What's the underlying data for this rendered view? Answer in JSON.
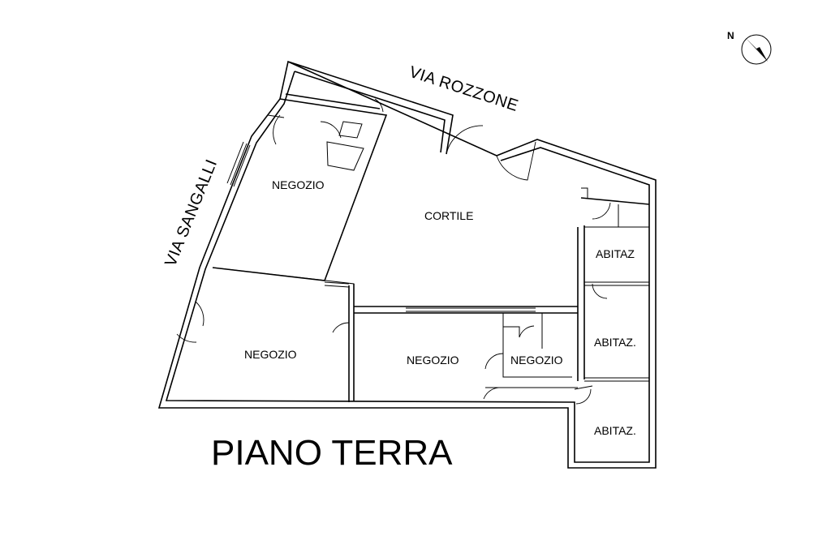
{
  "title": "PIANO TERRA",
  "streets": {
    "top": "VIA ROZZONE",
    "left": "VIA SANGALLI"
  },
  "compass": {
    "label": "N",
    "icon": "north-arrow-icon"
  },
  "rooms": {
    "negozio_upper": "NEGOZIO",
    "cortile": "CORTILE",
    "negozio_lower_left": "NEGOZIO",
    "negozio_lower_mid": "NEGOZIO",
    "negozio_small": "NEGOZIO",
    "abitaz_1": "ABITAZ",
    "abitaz_2": "ABITAZ.",
    "abitaz_3": "ABITAZ."
  }
}
